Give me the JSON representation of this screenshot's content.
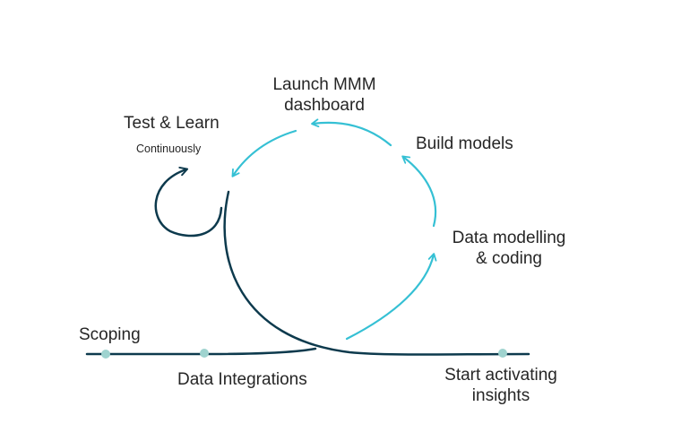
{
  "colors": {
    "dark": "#0d3a4d",
    "cyan": "#35c0d4",
    "dot": "#9fd3cf",
    "text": "#262626",
    "background": "#ffffff"
  },
  "stages": {
    "scoping": "Scoping",
    "data_integrations": "Data Integrations",
    "start_activating": [
      "Start activating",
      "insights"
    ],
    "data_modelling": [
      "Data modelling",
      "& coding"
    ],
    "build_models": "Build models",
    "launch_dashboard": [
      "Launch MMM",
      "dashboard"
    ],
    "test_learn": "Test & Learn",
    "continuously": "Continuously"
  }
}
